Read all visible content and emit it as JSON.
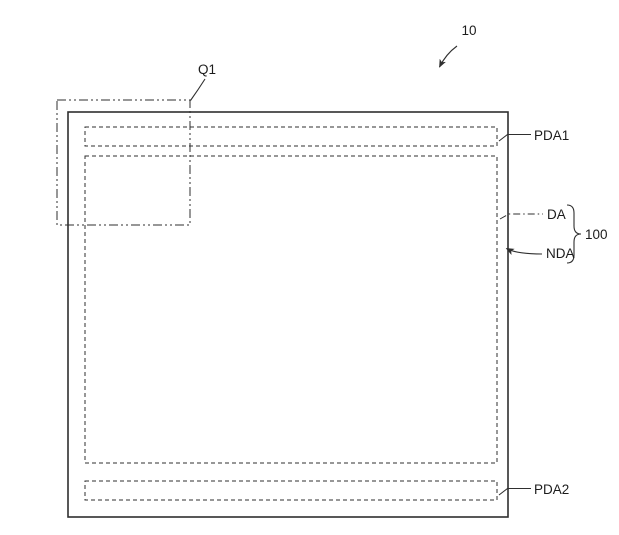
{
  "figure": {
    "background": "#ffffff",
    "line_color": "#2f2f2f",
    "labels": {
      "ref_10": "10",
      "q1": "Q1",
      "pda1": "PDA1",
      "da": "DA",
      "nda": "NDA",
      "group_100": "100",
      "pda2": "PDA2"
    }
  }
}
